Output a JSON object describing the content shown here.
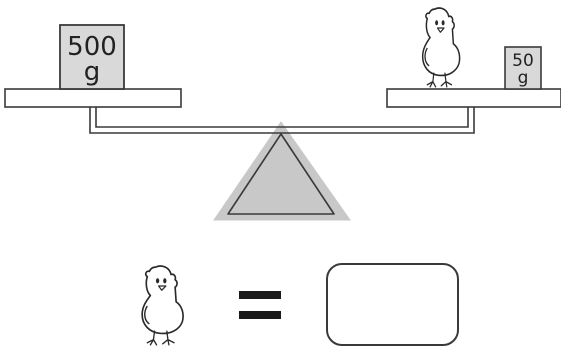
{
  "scale": {
    "left_weight": {
      "line1": "500",
      "line2": "g"
    },
    "right_weight": {
      "line1": "50",
      "line2": "g"
    }
  },
  "equation": {
    "operator": "=",
    "answer_value": ""
  },
  "colors": {
    "fulcrum_fill": "#c8c8c8",
    "weight_fill": "#d9d9d9",
    "outline": "#3a3a3a"
  },
  "icons": {
    "chick": "chick-icon"
  }
}
